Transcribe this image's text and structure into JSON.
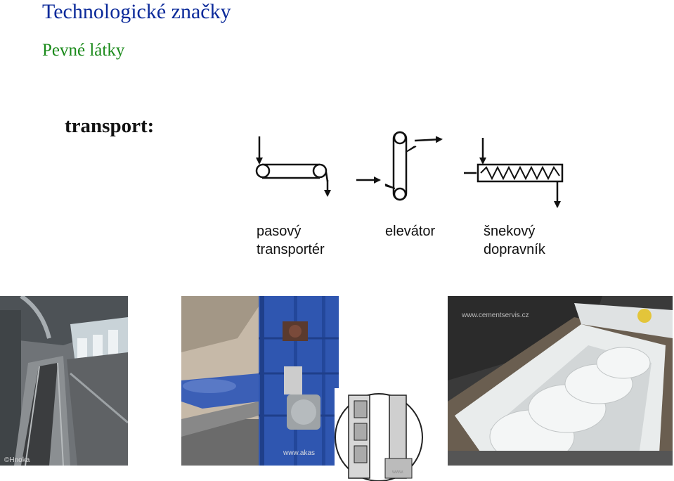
{
  "header": {
    "title": "Technologické značky",
    "subtitle": "Pevné látky"
  },
  "section": {
    "label": "transport:"
  },
  "symbols": [
    {
      "id": "belt",
      "label_line1": "pasový",
      "label_line2": "transportér"
    },
    {
      "id": "elevator",
      "label_line1": "elevátor",
      "label_line2": ""
    },
    {
      "id": "screw",
      "label_line1": "šnekový",
      "label_line2": "dopravník"
    }
  ],
  "photos": {
    "belt_watermark": "©Hnoka",
    "elevator_watermark": "www.akas",
    "elevator_inset_watermark": "www.",
    "screw_watermark": "www.cementservis.cz"
  },
  "colors": {
    "title": "#0b2a9a",
    "subtitle": "#1a8a1a",
    "elevator_casing": "#2f56b0",
    "screw_trough": "#e9ecec"
  }
}
